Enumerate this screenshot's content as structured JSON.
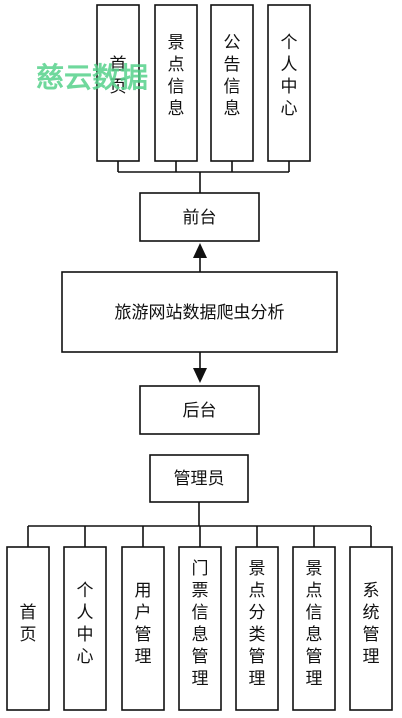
{
  "watermark": "慈云数据",
  "front": {
    "modules": [
      "首页",
      "景点信息",
      "公告信息",
      "个人中心"
    ],
    "label": "前台"
  },
  "system": {
    "label": "旅游网站数据爬虫分析"
  },
  "back": {
    "label": "后台",
    "role": "管理员",
    "modules": [
      "首页",
      "个人中心",
      "用户管理",
      "门票信息管理",
      "景点分类管理",
      "景点信息管理",
      "系统管理"
    ]
  }
}
